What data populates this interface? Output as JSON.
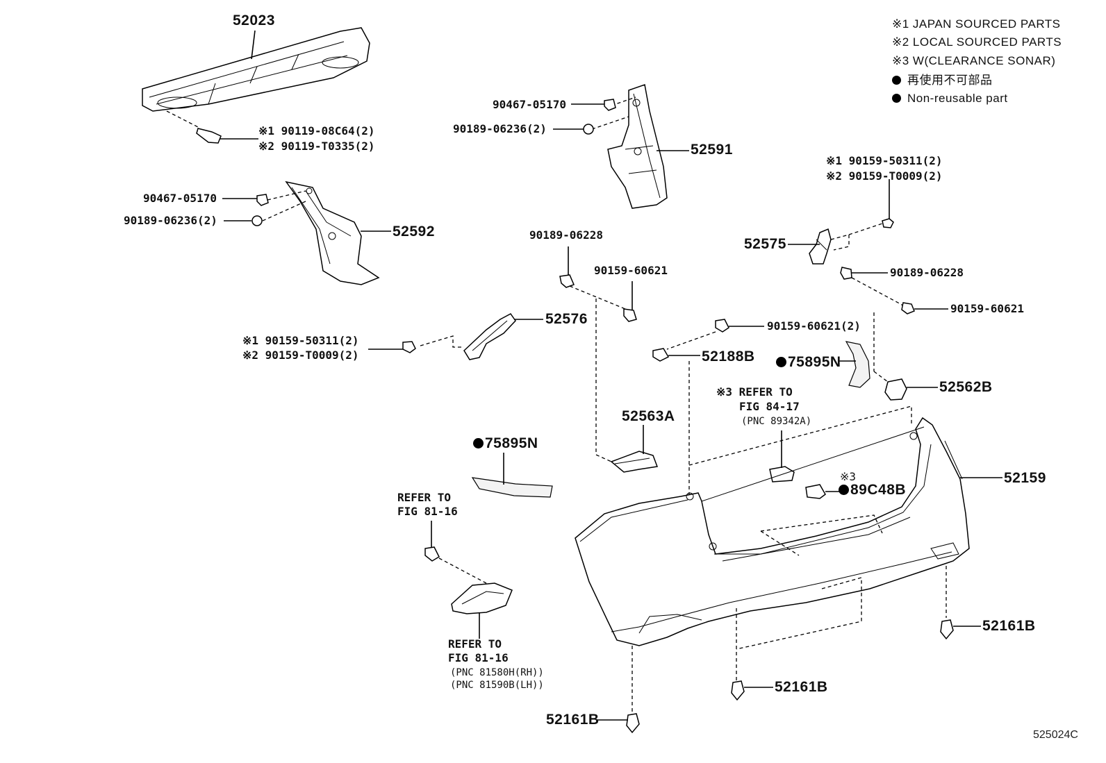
{
  "legend": {
    "l1": "※1 JAPAN SOURCED PARTS",
    "l2": "※2 LOCAL SOURCED PARTS",
    "l3": "※3 W(CLEARANCE SONAR)",
    "l4": "再使用不可部品",
    "l5": "Non-reusable part"
  },
  "parts": {
    "p52023": "52023",
    "bolt_top_1": "※1 90119-08C64(2)",
    "bolt_top_2": "※2 90119-T0335(2)",
    "l_90467": "90467-05170",
    "l_90189_2": "90189-06236(2)",
    "p52592": "52592",
    "r_90467": "90467-05170",
    "r_90189_2": "90189-06236(2)",
    "p52591": "52591",
    "r_bolt_1": "※1 90159-50311(2)",
    "r_bolt_2": "※2 90159-T0009(2)",
    "p52575": "52575",
    "r_90189": "90189-06228",
    "r_90159": "90159-60621",
    "c_90189": "90189-06228",
    "c_90159": "90159-60621",
    "p52576": "52576",
    "l_bolt_1": "※1 90159-50311(2)",
    "l_bolt_2": "※2 90159-T0009(2)",
    "nut_90159_2": "90159-60621(2)",
    "p52188B": "52188B",
    "r_75895N": "75895N",
    "p52562B": "52562B",
    "sonar_ref1": "※3 REFER TO",
    "sonar_ref2": "FIG 84-17",
    "sonar_ref3": "(PNC 89342A)",
    "p52563A": "52563A",
    "l_75895N": "75895N",
    "sonar_tag": "※3",
    "p89C48B": "89C48B",
    "p52159": "52159",
    "ref_a1": "REFER TO",
    "ref_a2": "FIG 81-16",
    "ref_b1": "REFER TO",
    "ref_b2": "FIG 81-16",
    "ref_b3": "(PNC 81580H(RH))",
    "ref_b4": "(PNC 81590B(LH))",
    "p52161B_r": "52161B",
    "p52161B_m": "52161B",
    "p52161B_l": "52161B"
  },
  "figure_id": "525024C"
}
